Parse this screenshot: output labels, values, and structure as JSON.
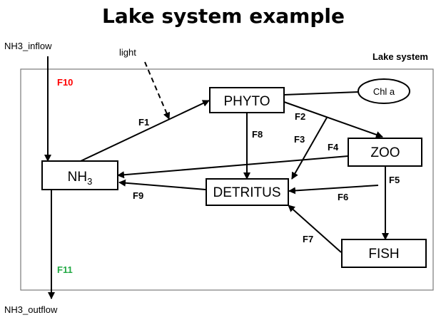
{
  "title": "Lake system example",
  "system_label": "Lake system",
  "nodes": {
    "phyto": "PHYTO",
    "zoo": "ZOO",
    "nh3_main": "NH",
    "nh3_sub": "3",
    "detritus": "DETRITUS",
    "fish": "FISH",
    "chla": "Chl a"
  },
  "external": {
    "inflow": "NH3_inflow",
    "outflow": "NH3_outflow",
    "light": "light"
  },
  "flows": {
    "f1": "F1",
    "f2": "F2",
    "f3": "F3",
    "f4": "F4",
    "f5": "F5",
    "f6": "F6",
    "f7": "F7",
    "f8": "F8",
    "f9": "F9",
    "f10": "F10",
    "f11": "F11"
  },
  "colors": {
    "f10": "#ff0000",
    "f11": "#22aa44",
    "border": "#7a7a7a",
    "line": "#000000"
  }
}
